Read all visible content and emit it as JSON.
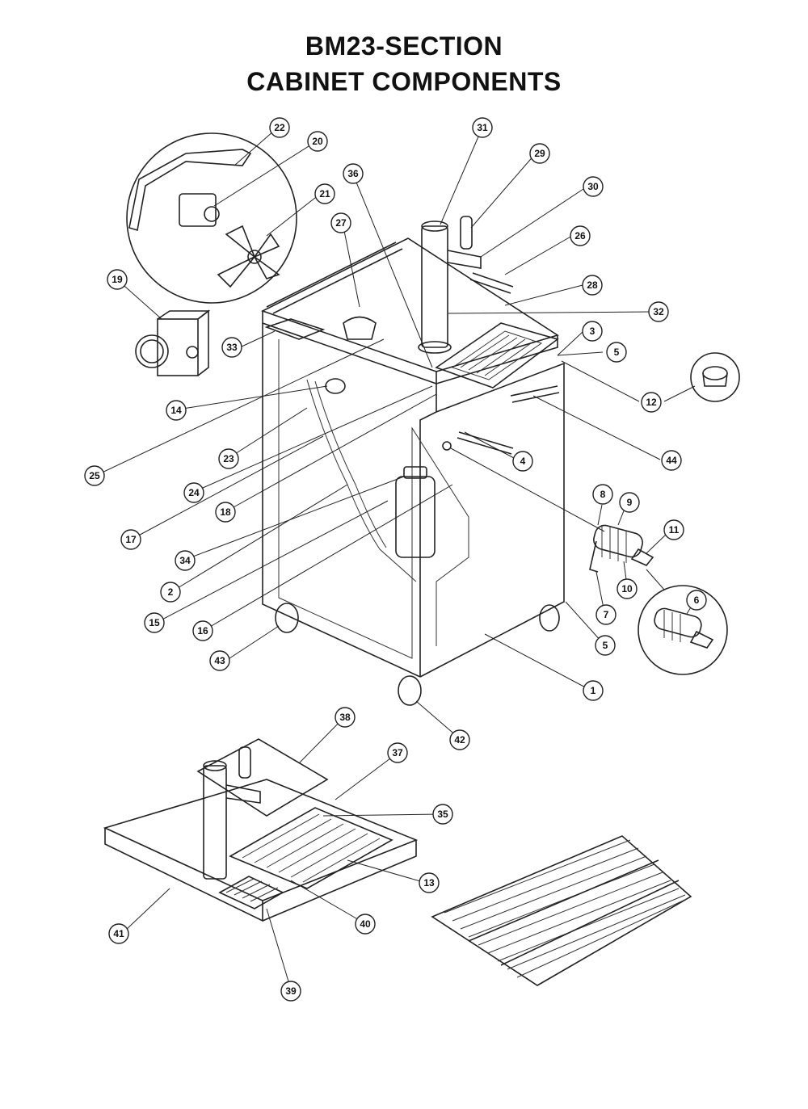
{
  "title": {
    "line1": "BM23-SECTION",
    "line2": "CABINET COMPONENTS"
  },
  "callouts": [
    {
      "id": "22",
      "label": "22"
    },
    {
      "id": "20",
      "label": "20"
    },
    {
      "id": "21",
      "label": "21"
    },
    {
      "id": "31",
      "label": "31"
    },
    {
      "id": "29",
      "label": "29"
    },
    {
      "id": "36",
      "label": "36"
    },
    {
      "id": "30",
      "label": "30"
    },
    {
      "id": "27",
      "label": "27"
    },
    {
      "id": "26",
      "label": "26"
    },
    {
      "id": "19",
      "label": "19"
    },
    {
      "id": "28",
      "label": "28"
    },
    {
      "id": "32",
      "label": "32"
    },
    {
      "id": "33",
      "label": "33"
    },
    {
      "id": "3",
      "label": "3"
    },
    {
      "id": "5a",
      "label": "5"
    },
    {
      "id": "14",
      "label": "14"
    },
    {
      "id": "12",
      "label": "12"
    },
    {
      "id": "25",
      "label": "25"
    },
    {
      "id": "23",
      "label": "23"
    },
    {
      "id": "4",
      "label": "4"
    },
    {
      "id": "44",
      "label": "44"
    },
    {
      "id": "24",
      "label": "24"
    },
    {
      "id": "18",
      "label": "18"
    },
    {
      "id": "17",
      "label": "17"
    },
    {
      "id": "8",
      "label": "8"
    },
    {
      "id": "9",
      "label": "9"
    },
    {
      "id": "11",
      "label": "11"
    },
    {
      "id": "34",
      "label": "34"
    },
    {
      "id": "2",
      "label": "2"
    },
    {
      "id": "10",
      "label": "10"
    },
    {
      "id": "7",
      "label": "7"
    },
    {
      "id": "6",
      "label": "6"
    },
    {
      "id": "15",
      "label": "15"
    },
    {
      "id": "16",
      "label": "16"
    },
    {
      "id": "5b",
      "label": "5"
    },
    {
      "id": "43",
      "label": "43"
    },
    {
      "id": "1",
      "label": "1"
    },
    {
      "id": "42",
      "label": "42"
    },
    {
      "id": "38",
      "label": "38"
    },
    {
      "id": "37",
      "label": "37"
    },
    {
      "id": "35",
      "label": "35"
    },
    {
      "id": "13",
      "label": "13"
    },
    {
      "id": "41",
      "label": "41"
    },
    {
      "id": "40",
      "label": "40"
    },
    {
      "id": "39",
      "label": "39"
    }
  ]
}
